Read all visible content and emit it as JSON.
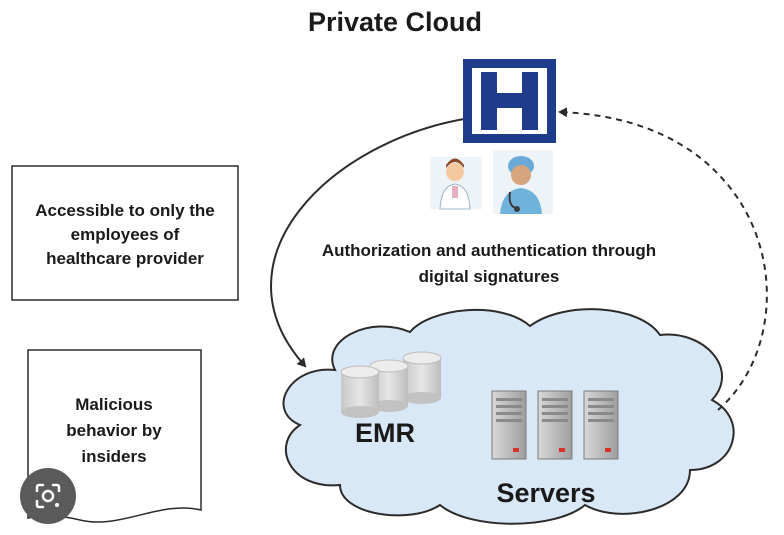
{
  "title": "Private Cloud",
  "left_box_top": {
    "lines": [
      "Accessible to only the",
      "employees of",
      "healthcare provider"
    ]
  },
  "left_box_bottom": {
    "lines": [
      "Malicious",
      "behavior by",
      "insiders"
    ]
  },
  "auth_label": {
    "lines": [
      "Authorization and authentication through",
      "digital signatures"
    ]
  },
  "cloud": {
    "emr_label": "EMR",
    "servers_label": "Servers"
  },
  "colors": {
    "hospital_blue": "#1f3c8c",
    "cloud_fill": "#d9e8f6",
    "cloud_stroke": "#2b2b2b",
    "server_red": "#d9322b"
  },
  "icons": {
    "hospital": "hospital-h-icon",
    "nurse": "nurse-icon",
    "doctor": "doctor-icon",
    "database": "database-icon",
    "server": "server-icon",
    "lens": "lens-icon"
  }
}
